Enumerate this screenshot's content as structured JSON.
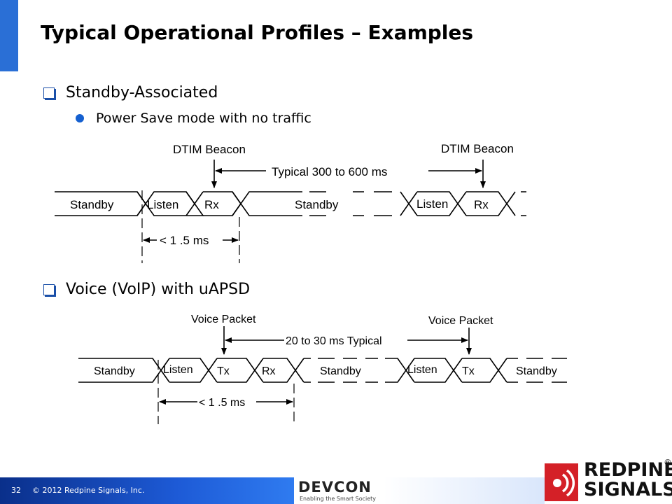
{
  "slide": {
    "title": "Typical Operational Profiles – Examples",
    "bullet1": "Standby-Associated",
    "sub_bullet1": "Power Save mode with no traffic",
    "bullet2": "Voice (VoIP) with uAPSD"
  },
  "diagram1": {
    "annotation_left": "DTIM Beacon",
    "annotation_right": "DTIM Beacon",
    "interval_label": "Typical 300 to 600 ms",
    "duration_label": "< 1 .5 ms",
    "states": [
      "Standby",
      "Listen",
      "Rx",
      "Standby",
      "Listen",
      "Rx"
    ]
  },
  "diagram2": {
    "annotation_left": "Voice Packet",
    "annotation_right": "Voice Packet",
    "interval_label": "20 to 30 ms Typical",
    "duration_label": "< 1 .5 ms",
    "states": [
      "Standby",
      "Listen",
      "Tx",
      "Rx",
      "Standby",
      "Listen",
      "Tx",
      "Standby"
    ]
  },
  "footer": {
    "page_number": "32",
    "copyright": "© 2012 Redpine Signals, Inc.",
    "devcon_name": "DEVCON",
    "devcon_tagline": "Enabling the Smart Society",
    "redpine_line1": "REDPINE",
    "redpine_line2": "SIGNALS",
    "registered": "®"
  },
  "colors": {
    "accent_blue": "#2a6fd6",
    "bullet_blue": "#1560d0",
    "redpine_red": "#d42027"
  }
}
